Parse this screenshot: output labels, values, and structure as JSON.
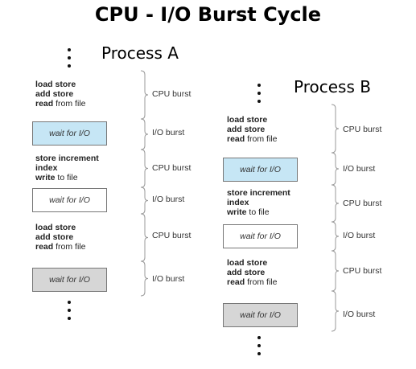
{
  "title": "CPU - I/O Burst Cycle",
  "process_a": {
    "title": "Process A",
    "cpu_block_1": [
      {
        "bold": "load store",
        "rest": ""
      },
      {
        "bold": "add store",
        "rest": ""
      },
      {
        "bold": "read",
        "rest": " from file"
      }
    ],
    "io_1": "wait for I/O",
    "cpu_block_2": [
      {
        "bold": "store increment",
        "rest": ""
      },
      {
        "bold": "index",
        "rest": ""
      },
      {
        "bold": "write",
        "rest": " to file"
      }
    ],
    "io_2": "wait for I/O",
    "cpu_block_3": [
      {
        "bold": "load store",
        "rest": ""
      },
      {
        "bold": "add store",
        "rest": ""
      },
      {
        "bold": "read",
        "rest": " from file"
      }
    ],
    "io_3": "wait for I/O",
    "labels": [
      "CPU burst",
      "I/O burst",
      "CPU burst",
      "I/O burst",
      "CPU burst",
      "I/O burst"
    ]
  },
  "process_b": {
    "title": "Process B",
    "cpu_block_1": [
      {
        "bold": "load store",
        "rest": ""
      },
      {
        "bold": "add store",
        "rest": ""
      },
      {
        "bold": "read",
        "rest": " from file"
      }
    ],
    "io_1": "wait for I/O",
    "cpu_block_2": [
      {
        "bold": "store increment",
        "rest": ""
      },
      {
        "bold": "index",
        "rest": ""
      },
      {
        "bold": "write",
        "rest": " to file"
      }
    ],
    "io_2": "wait for I/O",
    "cpu_block_3": [
      {
        "bold": "load store",
        "rest": ""
      },
      {
        "bold": "add store",
        "rest": ""
      },
      {
        "bold": "read",
        "rest": " from file"
      }
    ],
    "io_3": "wait for I/O",
    "labels": [
      "CPU burst",
      "I/O burst",
      "CPU burst",
      "I/O burst",
      "CPU burst",
      "I/O burst"
    ]
  },
  "colors": {
    "io_box_1": "#c6e6f5",
    "io_box_2": "#ffffff",
    "io_box_3": "#d6d6d6"
  }
}
